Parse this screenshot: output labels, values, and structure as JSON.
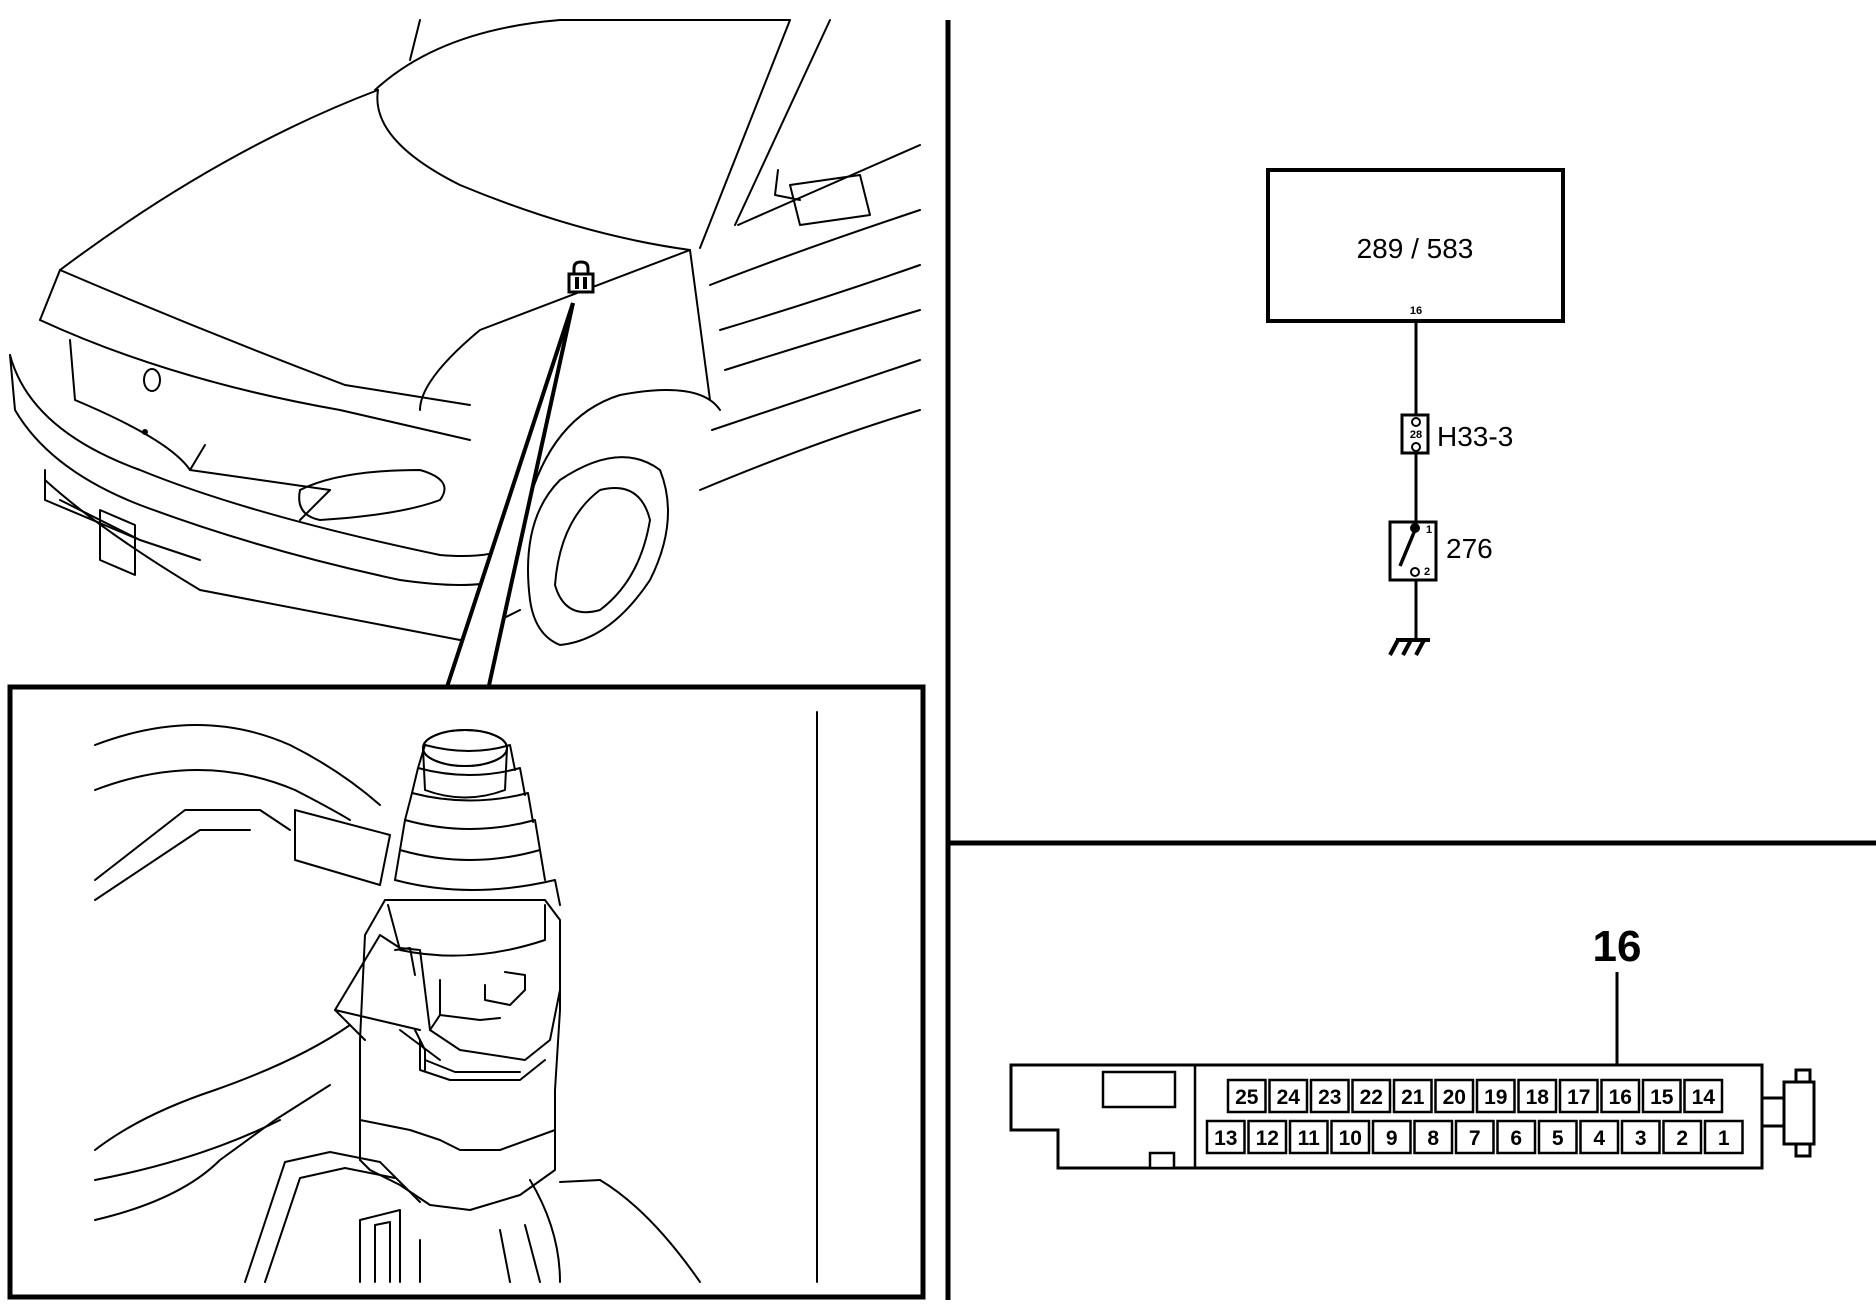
{
  "schematic": {
    "control_unit_label": "289 / 583",
    "control_unit_pin": "16",
    "connector_label": "H33-3",
    "connector_pin": "28",
    "switch_label": "276",
    "switch_pin_1": "1",
    "switch_pin_2": "2"
  },
  "connector_view": {
    "callout_pin": "16",
    "top_row": [
      "25",
      "24",
      "23",
      "22",
      "21",
      "20",
      "19",
      "18",
      "17",
      "16",
      "15",
      "14"
    ],
    "bottom_row": [
      "13",
      "12",
      "11",
      "10",
      "9",
      "8",
      "7",
      "6",
      "5",
      "4",
      "3",
      "2",
      "1"
    ]
  },
  "icons": {
    "location_marker": "padlock-icon",
    "ground": "ground-symbol-icon"
  }
}
